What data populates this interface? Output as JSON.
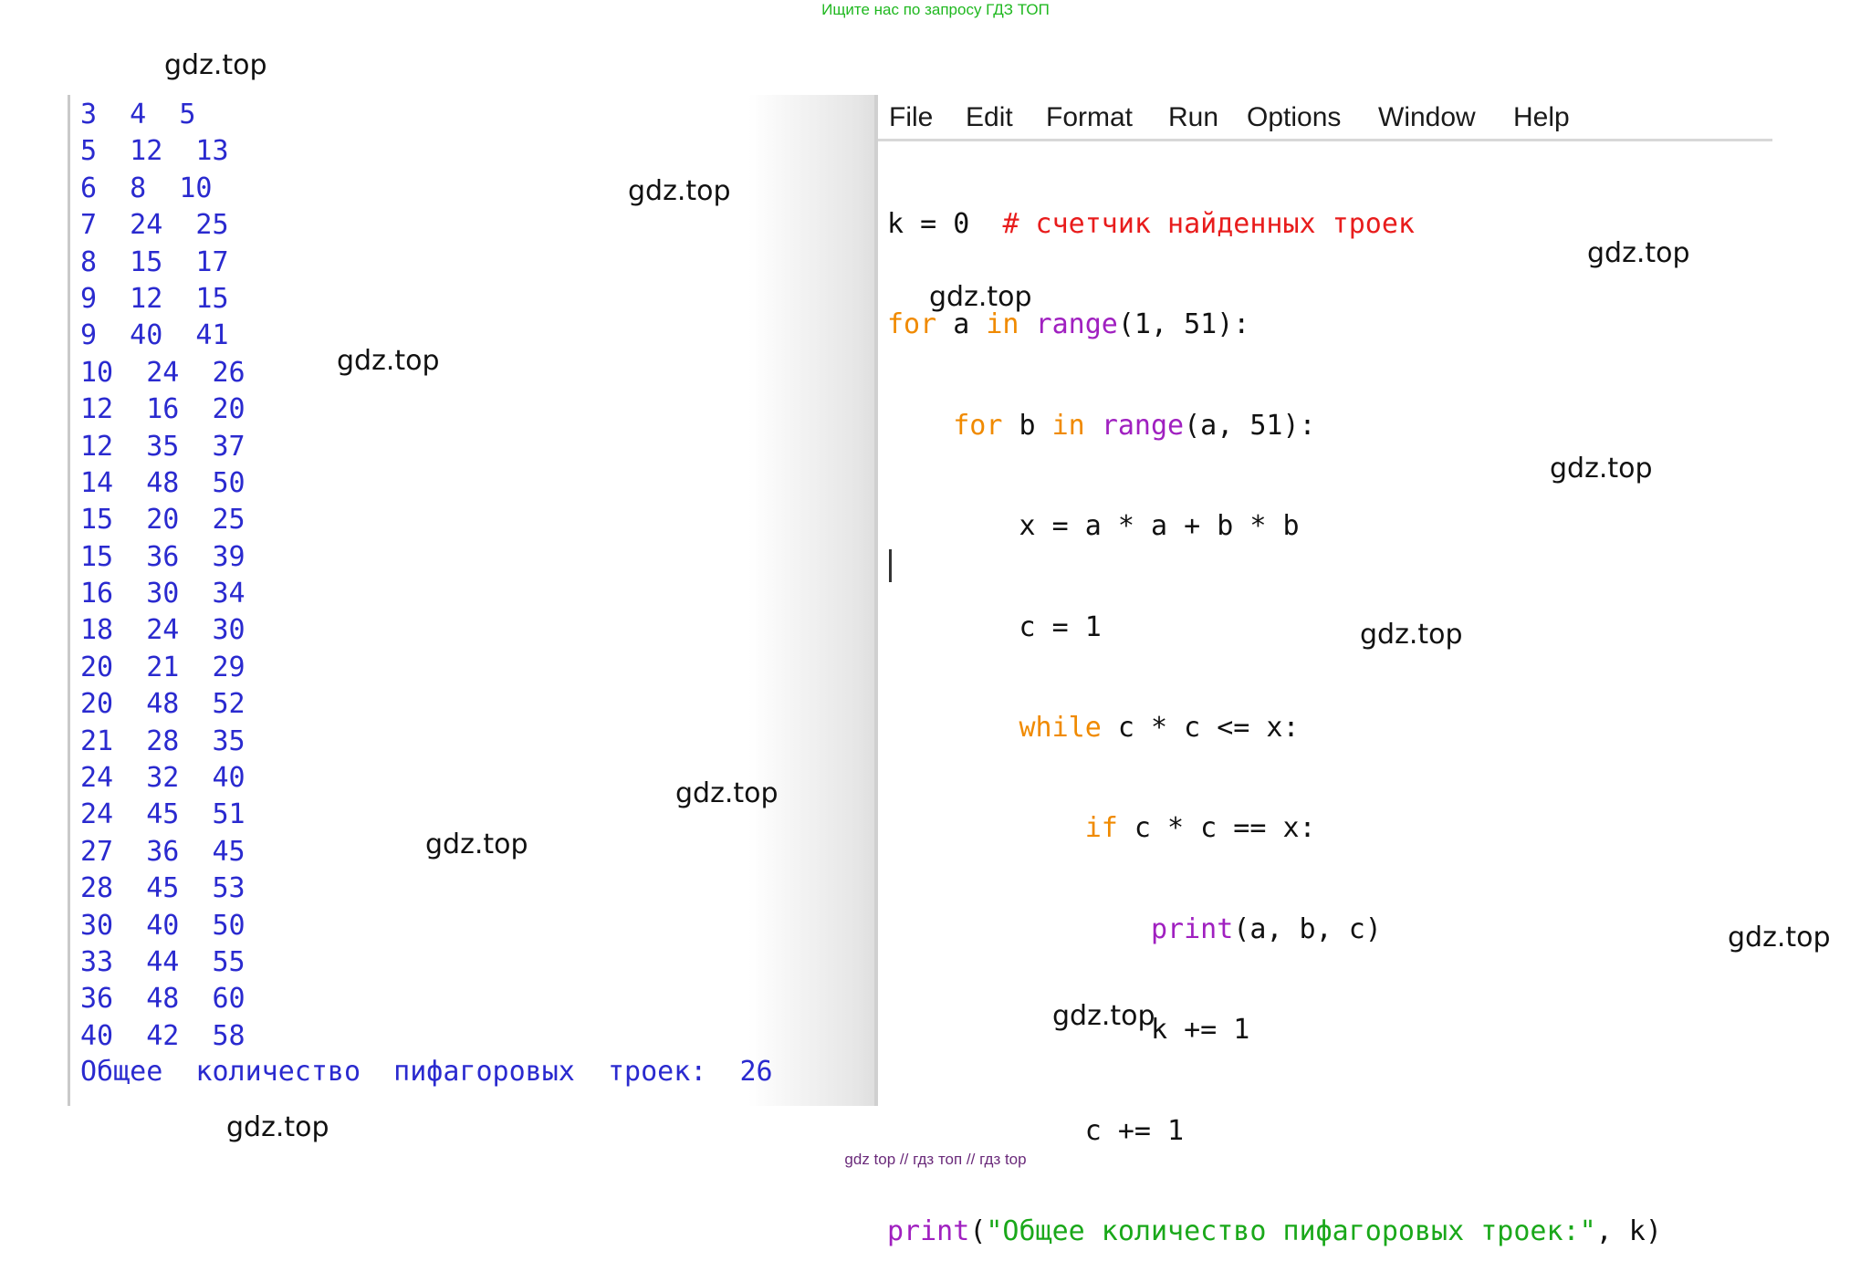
{
  "banner_top": "Ищите нас по запросу ГДЗ ТОП",
  "banner_bottom": "gdz top  //  гдз топ  //  гдз top",
  "watermark": "gdz.top",
  "shell_output": {
    "lines": [
      "3  4  5",
      "5  12  13",
      "6  8  10",
      "7  24  25",
      "8  15  17",
      "9  12  15",
      "9  40  41",
      "10  24  26",
      "12  16  20",
      "12  35  37",
      "14  48  50",
      "15  20  25",
      "15  36  39",
      "16  30  34",
      "18  24  30",
      "20  21  29",
      "20  48  52",
      "21  28  35",
      "24  32  40",
      "24  45  51",
      "27  36  45",
      "28  45  53",
      "30  40  50",
      "33  44  55",
      "36  48  60",
      "40  42  58"
    ],
    "total": "Общее  количество  пифагоровых  троек:  26"
  },
  "editor": {
    "menu": [
      "File",
      "Edit",
      "Format",
      "Run",
      "Options",
      "Window",
      "Help"
    ],
    "code": {
      "l1_a": "k = 0  ",
      "l1_comment": "# счетчик найденных троек",
      "kw_for": "for",
      "kw_in": "in",
      "kw_while": "while",
      "kw_if": "if",
      "bi_range": "range",
      "bi_print": "print",
      "l2_mid": " a ",
      "l2_end": "(1, 51):",
      "l3_pre": "    ",
      "l3_mid": " b ",
      "l3_end": "(a, 51):",
      "l4": "        x = a * a + b * b",
      "l5": "        c = 1",
      "l6_pre": "        ",
      "l6_end": " c * c <= x:",
      "l7_pre": "            ",
      "l7_end": " c * c == x:",
      "l8_pre": "                ",
      "l8_end": "(a, b, c)",
      "l9": "                k += 1",
      "l10": "            c += 1",
      "l11_open": "(",
      "l11_str": "\"Общее количество пифагоровых троек:\"",
      "l11_end": ", k)"
    }
  },
  "colors": {
    "shell_text": "#2a2acf",
    "keyword": "#f08a00",
    "builtin": "#a020c0",
    "string": "#1aa81a",
    "comment": "#e81c1c",
    "banner_top": "#1fb81f",
    "banner_bottom": "#6a2a7a"
  }
}
